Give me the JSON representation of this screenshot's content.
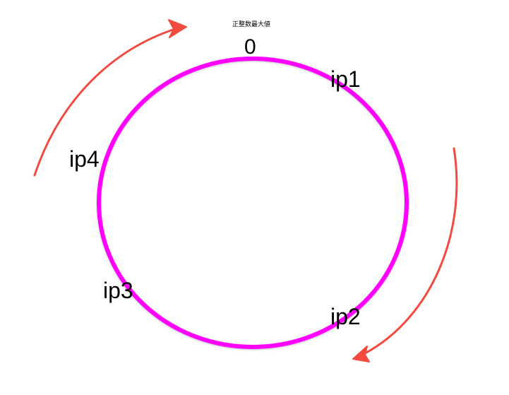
{
  "diagram": {
    "max_int_label": "正整数最大値",
    "zero_label": "0",
    "nodes": [
      "ip1",
      "ip2",
      "ip3",
      "ip4"
    ],
    "ring_color": "#ff00ff",
    "arrow_color": "#f24a3f"
  }
}
